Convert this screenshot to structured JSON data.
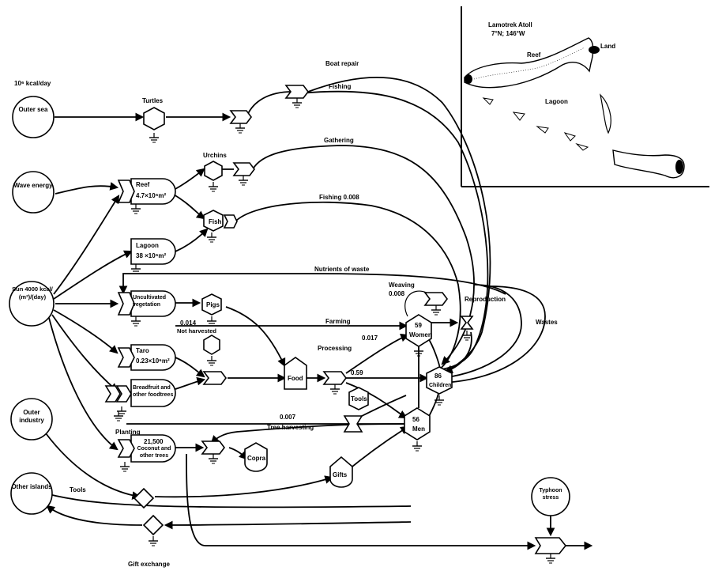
{
  "units": "10⁶ kcal/day",
  "sources": {
    "outer_sea": "Outer sea",
    "wave_energy": "Wave energy",
    "sun": "Sun 4000 kcal/ (m²)/(day)",
    "outer_industry": "Outer industry",
    "other_islands": "Other islands",
    "typhoon_stress": "Typhoon stress"
  },
  "storages": {
    "reef_title": "Reef",
    "reef_area": "4.7×10⁶m²",
    "lagoon_title": "Lagoon",
    "lagoon_area": "38 ×10⁶m²",
    "uncultivated_vegetation": "Uncultivated vegetation",
    "taro_title": "Taro",
    "taro_area": "0.23×10⁶m²",
    "breadfruit": "Breadfruit and other foodtrees",
    "coconut_count": "21,500",
    "coconut_label": "Coconut and other trees"
  },
  "consumers": {
    "turtles": "Turtles",
    "urchins": "Urchins",
    "fish": "Fish",
    "pigs": "Pigs",
    "food": "Food",
    "copra": "Copra",
    "tools_node": "Tools",
    "gifts": "Gifts",
    "women_count": "59",
    "women_label": "Women",
    "men_count": "56",
    "men_label": "Men",
    "children_count": "86",
    "children_label": "Children"
  },
  "flows": {
    "boat_repair": "Boat repair",
    "fishing": "Fishing",
    "gathering": "Gathering",
    "fishing_value": "Fishing 0.008",
    "nutrients_of_waste": "Nutrients of waste",
    "weaving": "Weaving",
    "weaving_value": "0.008",
    "reproduction": "Reproduction",
    "wastes": "Wastes",
    "value_0014": "0.014",
    "farming": "Farming",
    "value_0017": "0.017",
    "processing": "Processing",
    "value_059": "0.59",
    "not_harvested": "Not harvested",
    "value_0007": "0.007",
    "tree_harvesting": "Tree harvesting",
    "planting": "Planting",
    "tools": "Tools",
    "gift_exchange": "Gift exchange"
  },
  "map": {
    "title": "Lamotrek Atoll",
    "coords": "7°N; 146°W",
    "reef": "Reef",
    "land": "Land",
    "lagoon": "Lagoon"
  }
}
